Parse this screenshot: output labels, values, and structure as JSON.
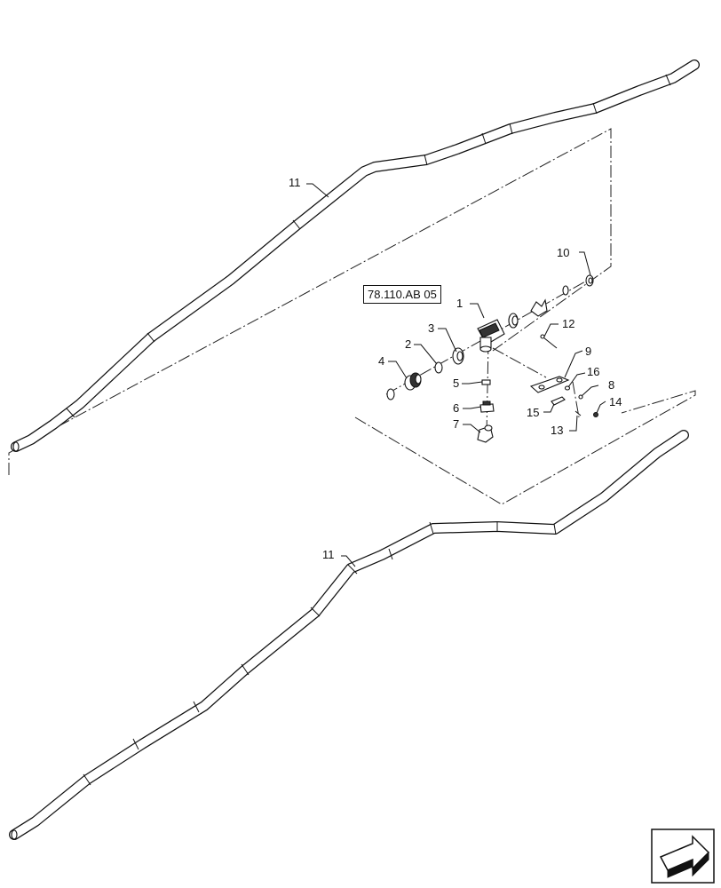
{
  "diagram": {
    "reference_box": "78.110.AB 05",
    "callouts": [
      {
        "id": "pipe-upper",
        "text": "11"
      },
      {
        "id": "pipe-lower",
        "text": "11"
      },
      {
        "id": "c1",
        "text": "1"
      },
      {
        "id": "c2",
        "text": "2"
      },
      {
        "id": "c3",
        "text": "3"
      },
      {
        "id": "c4",
        "text": "4"
      },
      {
        "id": "c5",
        "text": "5"
      },
      {
        "id": "c6",
        "text": "6"
      },
      {
        "id": "c7",
        "text": "7"
      },
      {
        "id": "c8",
        "text": "8"
      },
      {
        "id": "c9",
        "text": "9"
      },
      {
        "id": "c10",
        "text": "10"
      },
      {
        "id": "c12",
        "text": "12"
      },
      {
        "id": "c13",
        "text": "13"
      },
      {
        "id": "c14",
        "text": "14"
      },
      {
        "id": "c15",
        "text": "15"
      },
      {
        "id": "c16",
        "text": "16"
      }
    ]
  },
  "nav": {
    "icon": "page-turn-arrow-icon"
  }
}
